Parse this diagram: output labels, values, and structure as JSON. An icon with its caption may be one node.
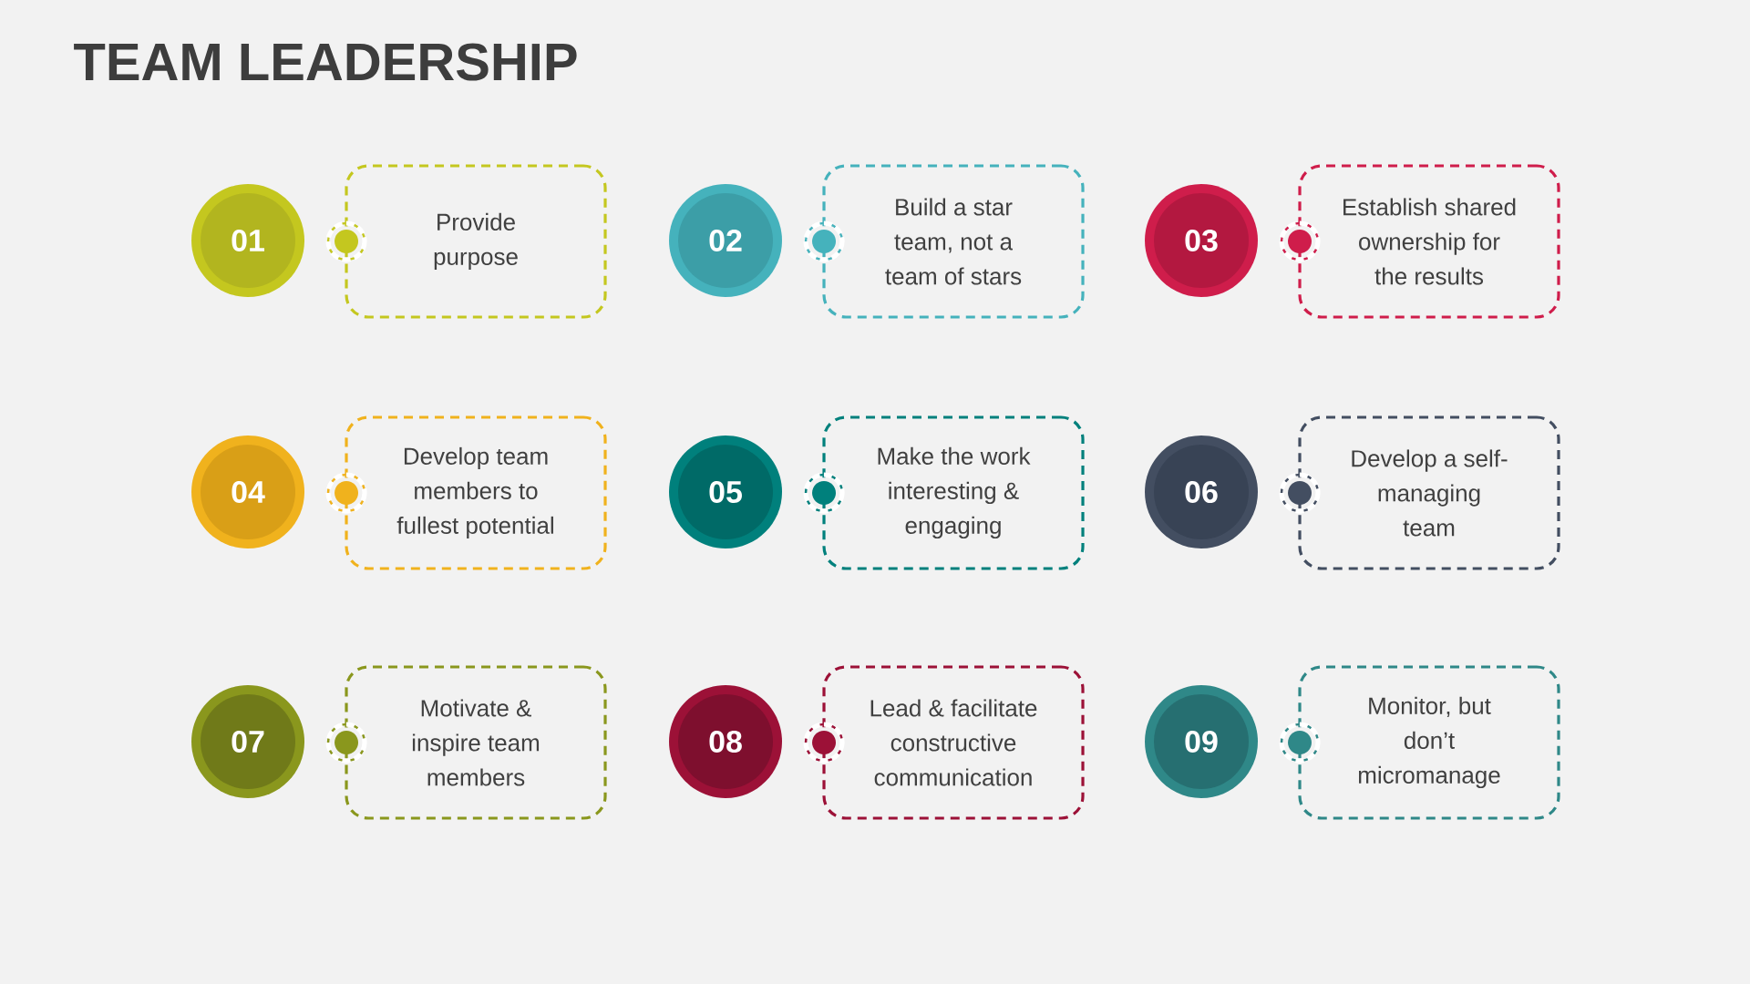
{
  "diagram": {
    "title": "TEAM LEADERSHIP",
    "nodes": [
      {
        "text": [
          "01"
        ]
      },
      {
        "text": [
          "Provide purpose"
        ]
      },
      {
        "text": [
          "02"
        ]
      },
      {
        "text": [
          "Build a star team, not a team of stars"
        ]
      },
      {
        "text": [
          "03"
        ]
      },
      {
        "text": [
          "Establish shared ownership for the results"
        ]
      },
      {
        "text": [
          "04"
        ]
      },
      {
        "text": [
          "Develop team members to fullest potential"
        ]
      },
      {
        "text": [
          "05"
        ]
      },
      {
        "text": [
          "Make the work interesting & engaging"
        ]
      },
      {
        "text": [
          "06"
        ]
      },
      {
        "text": [
          "Develop a self-managing team"
        ]
      },
      {
        "text": [
          "07"
        ]
      },
      {
        "text": [
          "Motivate & inspire team members"
        ]
      },
      {
        "text": [
          "08"
        ]
      },
      {
        "text": [
          "Lead & facilitate constructive communication"
        ]
      },
      {
        "text": [
          "09"
        ]
      },
      {
        "text": [
          "Monitor, but don’t micromanage"
        ]
      }
    ]
  }
}
